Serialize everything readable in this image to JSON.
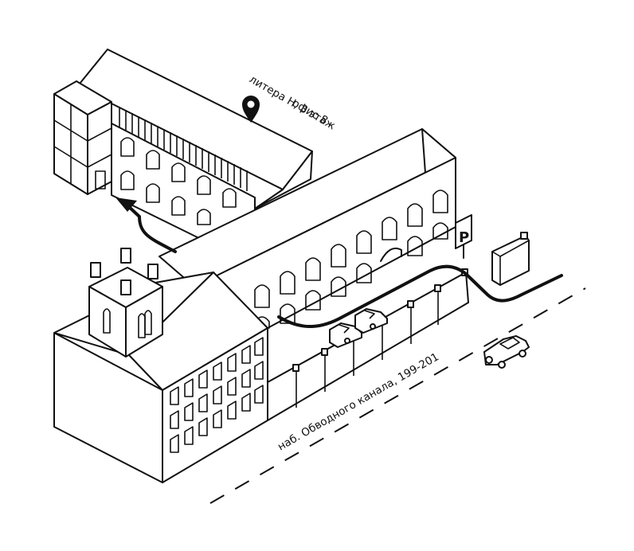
{
  "labels": {
    "location_line1": "литера Н, 3 этаж",
    "location_line2": "офис 8",
    "street": "наб. Обводного канала, 199-201",
    "parking": "P"
  },
  "icons": {
    "pin": "map-pin-icon",
    "parking": "parking-sign-icon",
    "car": "car-icon",
    "arrow": "route-arrow-icon"
  },
  "colors": {
    "ink": "#111111",
    "paper": "#ffffff"
  }
}
